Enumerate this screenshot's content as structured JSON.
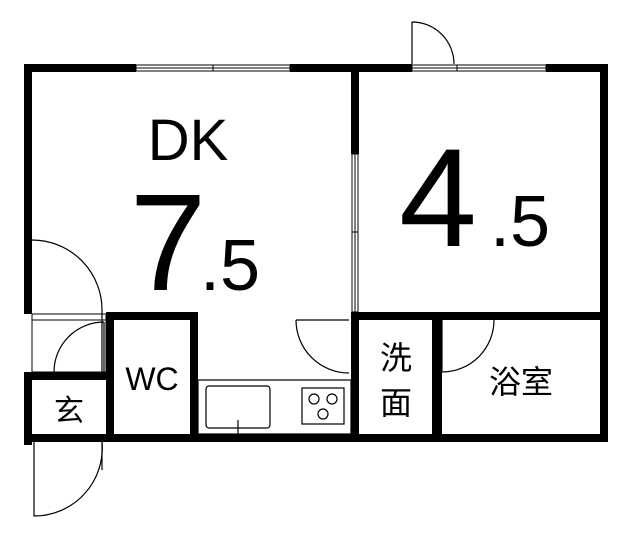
{
  "rooms": {
    "dk_type": "DK",
    "dk_size_int": "7",
    "dk_size_dec": ".5",
    "room_size_int": "4",
    "room_size_dec": ".5",
    "wc": "WC",
    "genkan": "玄",
    "senmen_1": "洗",
    "senmen_2": "面",
    "bath": "浴室"
  },
  "colors": {
    "wall": "#000000",
    "background": "#ffffff"
  }
}
